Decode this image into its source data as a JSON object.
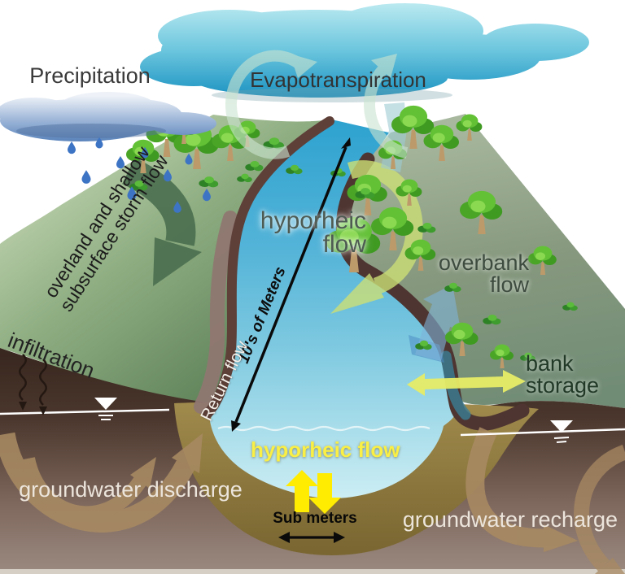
{
  "figure": {
    "subject": "stream-hyporheic-groundwater-hydrology-diagram"
  },
  "labels": {
    "precipitation": "Precipitation",
    "evapotranspiration": "Evapotranspiration",
    "storm_flow_line1": "overland and shallow",
    "storm_flow_line2": "subsurface storm flow",
    "hyporheic_upper_line1": "hyporheic",
    "hyporheic_upper_line2": "flow",
    "overbank_line1": "overbank",
    "overbank_line2": "flow",
    "channel_scale": "10's of Meters",
    "return_flow": "Return flow",
    "infiltration": "infiltration",
    "bank_storage_line1": "bank",
    "bank_storage_line2": "storage",
    "hyporheic_lower": "hyporheic flow",
    "bed_scale": "Sub meters",
    "groundwater_discharge": "groundwater discharge",
    "groundwater_recharge": "groundwater recharge"
  },
  "colors": {
    "water_blue": "#3fa9d2",
    "water_light": "#cdeef4",
    "hillside_green": "#7fa276",
    "floodplain_green": "#86997f",
    "soil_dark": "#43302a",
    "soil_light": "#96857b",
    "streambed_tan": "#8d7a45",
    "bank_brown": "#4e3531",
    "hyporheic_loop_arrow": "#ccdf76",
    "exchange_arrow_yellow": "#ffec00",
    "bank_storage_arrow": "#e7ec66",
    "groundwater_arrow": "#a88a62",
    "storm_flow_arrow": "#4c7050",
    "cloud_teal": "#54b9d8",
    "rain_cloud_blue": "#8fa9d0",
    "label_light": "#ece5dc",
    "label_yellow": "#f9ef45"
  }
}
